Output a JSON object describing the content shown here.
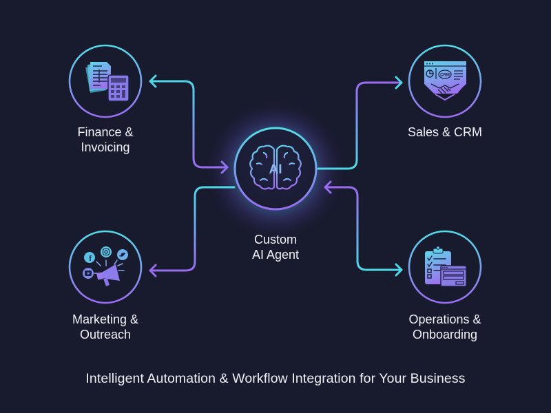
{
  "diagram": {
    "title": "Intelligent Automation & Workflow Integration for Your Business",
    "colors": {
      "background": "#181a2e",
      "accent_cyan": "#4fd8e8",
      "accent_purple": "#9a6cf0",
      "text": "#f1f2f7"
    },
    "center_node": {
      "icon": "brain-ai-icon",
      "icon_text": "AI",
      "label_line1": "Custom",
      "label_line2": "AI Agent"
    },
    "nodes": [
      {
        "id": "finance",
        "icon": "invoice-calculator-icon",
        "label_line1": "Finance &",
        "label_line2": "Invoicing",
        "position": "top-left",
        "arrow_direction": "bidirectional"
      },
      {
        "id": "sales",
        "icon": "crm-handshake-icon",
        "icon_text": "CRM",
        "label_line1": "Sales & CRM",
        "label_line2": "",
        "position": "top-right",
        "arrow_direction": "to-node"
      },
      {
        "id": "marketing",
        "icon": "megaphone-social-icon",
        "label_line1": "Marketing &",
        "label_line2": "Outreach",
        "position": "bottom-left",
        "arrow_direction": "to-node"
      },
      {
        "id": "operations",
        "icon": "clipboard-form-icon",
        "label_line1": "Operations &",
        "label_line2": "Onboarding",
        "position": "bottom-right",
        "arrow_direction": "bidirectional"
      }
    ]
  }
}
